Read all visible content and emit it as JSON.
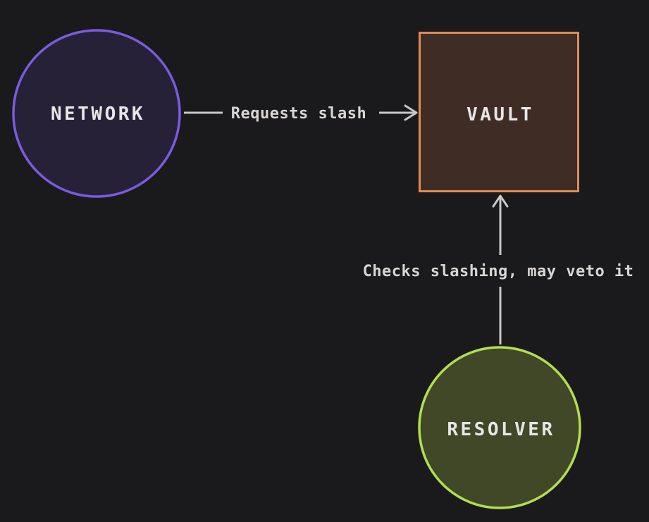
{
  "diagram": {
    "nodes": {
      "network": {
        "label": "NETWORK",
        "shape": "circle"
      },
      "vault": {
        "label": "VAULT",
        "shape": "square"
      },
      "resolver": {
        "label": "RESOLVER",
        "shape": "circle"
      }
    },
    "edges": {
      "network_to_vault": {
        "label": "Requests slash",
        "direction": "right"
      },
      "resolver_to_vault": {
        "label": "Checks slashing, may veto it",
        "direction": "up"
      }
    }
  },
  "colors": {
    "background": "#1a191b",
    "network_border": "#7a5be0",
    "network_fill": "#272138",
    "vault_border": "#e08b5a",
    "vault_fill": "#3f2d25",
    "resolver_border": "#b2df4e",
    "resolver_fill": "#404827",
    "arrow": "#c9c7c7",
    "node_label": "#e8e6e6",
    "edge_label": "#d8d5d3"
  }
}
